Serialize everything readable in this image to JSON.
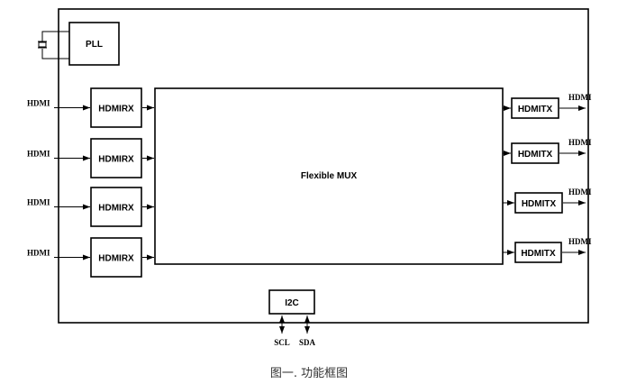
{
  "pll": {
    "label": "PLL"
  },
  "mux": {
    "label": "Flexible MUX"
  },
  "inputs": [
    {
      "port": "HDMI",
      "block": "HDMIRX"
    },
    {
      "port": "HDMI",
      "block": "HDMIRX"
    },
    {
      "port": "HDMI",
      "block": "HDMIRX"
    },
    {
      "port": "HDMI",
      "block": "HDMIRX"
    }
  ],
  "outputs": [
    {
      "port": "HDMI",
      "block": "HDMITX"
    },
    {
      "port": "HDMI",
      "block": "HDMITX"
    },
    {
      "port": "HDMI",
      "block": "HDMITX"
    },
    {
      "port": "HDMI",
      "block": "HDMITX"
    }
  ],
  "i2c": {
    "label": "I2C",
    "scl": "SCL",
    "sda": "SDA"
  },
  "caption": "图一. 功能框图"
}
